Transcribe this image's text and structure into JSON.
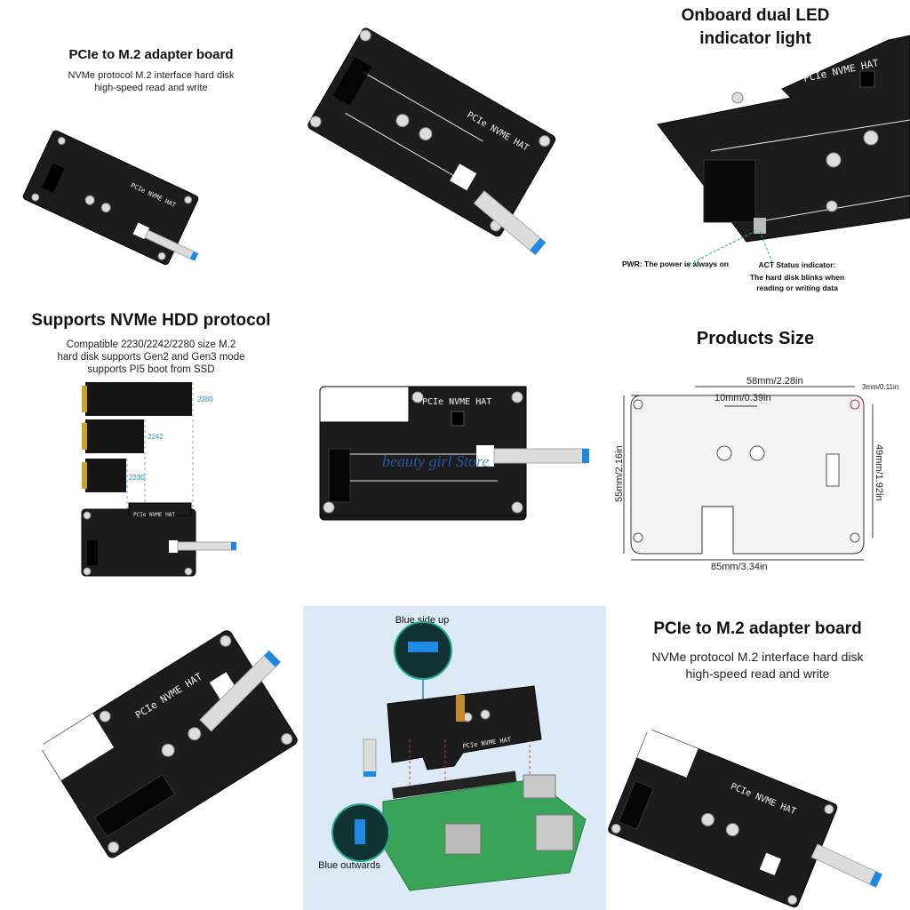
{
  "cells": {
    "c1": {
      "title": "PCIe to M.2 adapter board",
      "subtitle_lines": [
        "NVMe protocol M.2 interface hard disk",
        "high-speed read and write"
      ]
    },
    "c3": {
      "title_lines": [
        "Onboard dual LED",
        "indicator light"
      ],
      "pwr_label": "PWR: The power is always on",
      "act_label_lines": [
        "ACT Status indicator:",
        "The hard disk blinks when",
        "reading or writing data"
      ]
    },
    "c4": {
      "title": "Supports NVMe HDD protocol",
      "subtitle_lines": [
        "Compatible 2230/2242/2280 size M.2",
        "hard disk supports Gen2 and Gen3 mode",
        "supports PI5 boot from SSD"
      ],
      "sizes": [
        "2280",
        "2242",
        "2230"
      ]
    },
    "c5": {
      "watermark": "beauty girl Store"
    },
    "c6": {
      "title": "Products Size",
      "dims": {
        "width_top": "58mm/2.28in",
        "slot": "10mm/0.39in",
        "hole": "3mm/0.11in",
        "height_left": "55mm/2.16in",
        "height_right": "49mm/1.92in",
        "width_bottom": "85mm/3.34in"
      }
    },
    "c8": {
      "label_top": "Blue side up",
      "label_bottom": "Blue outwards"
    },
    "c9": {
      "title": "PCIe to M.2 adapter board",
      "subtitle_lines": [
        "NVMe protocol M.2 interface hard disk",
        "high-speed read and write"
      ]
    },
    "board": {
      "silk_label": "PCIe NVME HAT",
      "size_marks": [
        "2230",
        "2242",
        "2280"
      ]
    },
    "colors": {
      "pcb": "#1c1c1c",
      "cable_tip": "#1e88e5",
      "panel_bg": "#dce9f6",
      "raspberry_board": "#3aa35a"
    }
  }
}
